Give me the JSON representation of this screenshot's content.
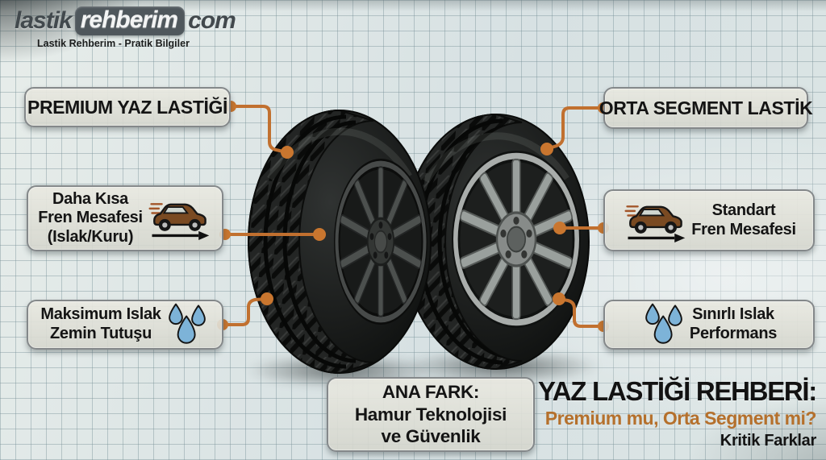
{
  "brand": {
    "name_part1": "lastik",
    "name_part2": "rehberim",
    "name_part3": "com",
    "tagline": "Lastik Rehberim - Pratik Bilgiler"
  },
  "premium": {
    "header": "PREMIUM YAZ LASTİĞİ",
    "braking": {
      "line1": "Daha Kısa",
      "line2": "Fren Mesafesi",
      "line3": "(Islak/Kuru)"
    },
    "wet_grip": {
      "line1": "Maksimum Islak",
      "line2": "Zemin Tutuşu"
    }
  },
  "mid_segment": {
    "header": "ORTA SEGMENT LASTİK",
    "braking": {
      "line1": "Standart",
      "line2": "Fren Mesafesi"
    },
    "wet_grip": {
      "line1": "Sınırlı Islak",
      "line2": "Performans"
    }
  },
  "key_difference": {
    "line1": "ANA FARK:",
    "line2": "Hamur Teknolojisi",
    "line3": "ve Güvenlik"
  },
  "title_block": {
    "title": "YAZ LASTİĞİ REHBERİ:",
    "subtitle": "Premium mu, Orta Segment mi?",
    "note": "Kritik Farklar"
  },
  "icons": {
    "car": "speeding-car-icon",
    "drops": "water-drops-icon"
  },
  "colors": {
    "connector_orange": "#c1702f",
    "subtitle_orange": "#b5702c",
    "drop_blue": "#7db3d8",
    "car_brown": "#7a4a22",
    "box_border_gray": "#84888a"
  }
}
